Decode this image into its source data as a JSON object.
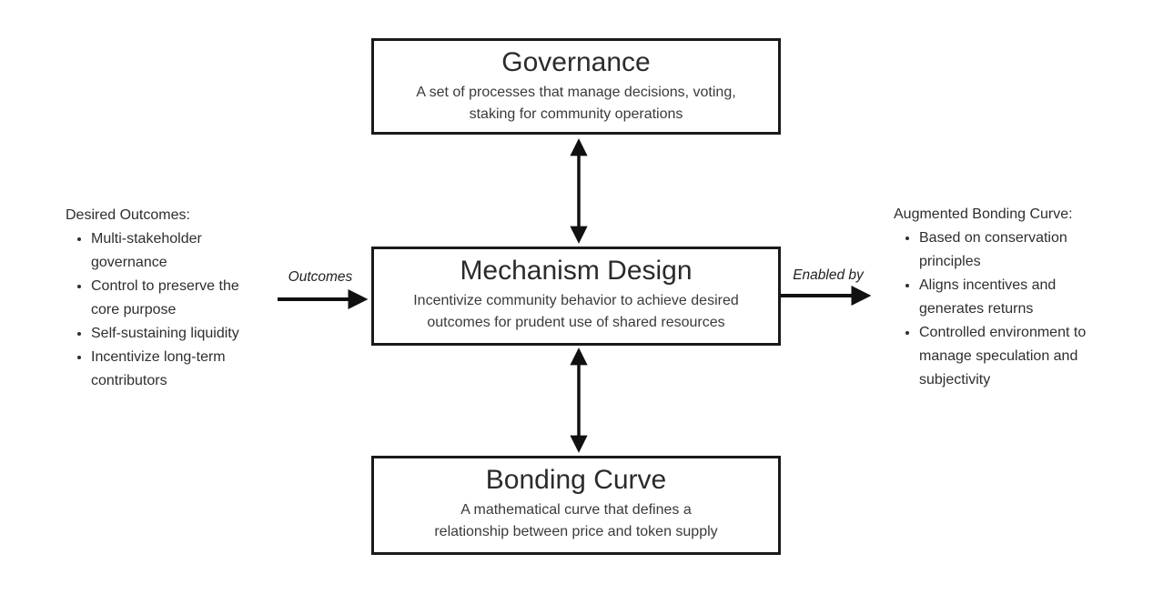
{
  "diagram": {
    "boxes": {
      "governance": {
        "title": "Governance",
        "description": "A set of processes that manage decisions, voting, staking for community operations"
      },
      "mechanism_design": {
        "title": "Mechanism Design",
        "description": "Incentivize community behavior to achieve desired outcomes for prudent use of shared resources"
      },
      "bonding_curve": {
        "title": "Bonding Curve",
        "description": "A mathematical curve that defines a relationship between price and token supply"
      }
    },
    "left_panel": {
      "heading": "Desired Outcomes:",
      "items": [
        "Multi-stakeholder governance",
        "Control to preserve the core purpose",
        "Self-sustaining liquidity",
        "Incentivize long-term contributors"
      ]
    },
    "right_panel": {
      "heading": "Augmented Bonding Curve:",
      "items": [
        "Based on conservation principles",
        "Aligns incentives and generates returns",
        "Controlled environment to manage speculation and subjectivity"
      ]
    },
    "arrows": {
      "left_label": "Outcomes",
      "right_label": "Enabled by"
    },
    "colors": {
      "border": "#1a1a1a",
      "text": "#2e2e2e",
      "arrow": "#111111",
      "background": "#ffffff"
    }
  }
}
